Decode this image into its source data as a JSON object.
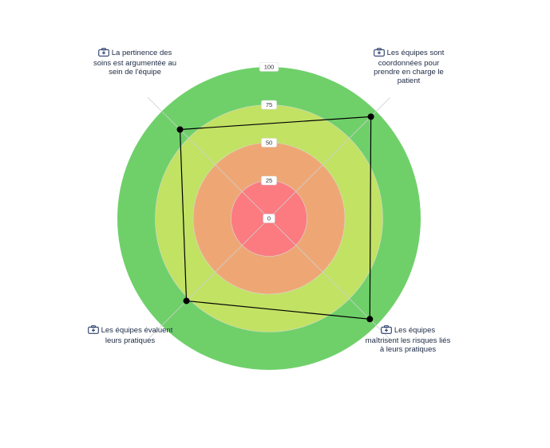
{
  "chart_data": {
    "type": "radar",
    "r_range": [
      0,
      100
    ],
    "ticks": [
      0,
      25,
      50,
      75,
      100
    ],
    "bands": [
      {
        "from": 75,
        "to": 100,
        "color": "#6fd06a"
      },
      {
        "from": 50,
        "to": 75,
        "color": "#c2e264"
      },
      {
        "from": 25,
        "to": 50,
        "color": "#eea774"
      },
      {
        "from": 0,
        "to": 25,
        "color": "#fb7b80"
      }
    ],
    "axes": [
      {
        "label": "La pertinence des soins est argumentée au sein de l'équipe",
        "value": 83
      },
      {
        "label": "Les équipes sont coordonnées pour prendre en charge le patient",
        "value": 95
      },
      {
        "label": "Les équipes maîtrisent les risques liés à leurs pratiques",
        "value": 94
      },
      {
        "label": "Les équipes évaluent leurs pratiques",
        "value": 77
      }
    ],
    "series_color": "#000000",
    "grid": true
  }
}
